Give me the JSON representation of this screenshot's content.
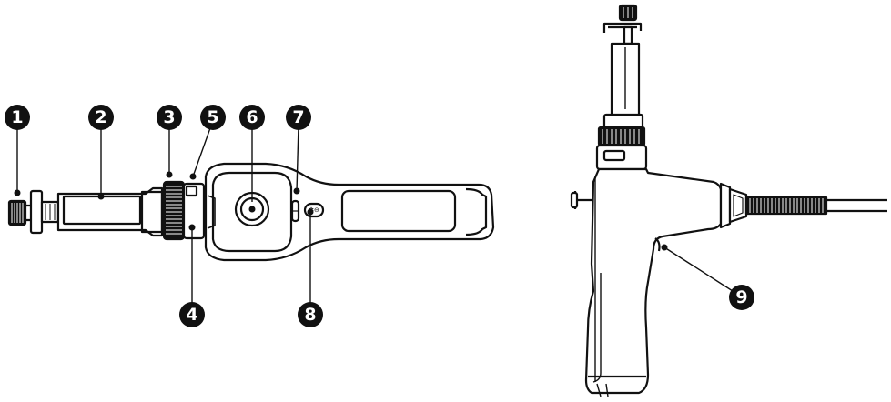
{
  "colors": {
    "outline": "#111111",
    "fill": "#ffffff",
    "callout": "#111111",
    "callout_text": "#ffffff"
  },
  "top_view": {
    "callouts": [
      {
        "id": "1",
        "label": "1"
      },
      {
        "id": "2",
        "label": "2"
      },
      {
        "id": "3",
        "label": "3"
      },
      {
        "id": "4",
        "label": "4"
      },
      {
        "id": "5",
        "label": "5"
      },
      {
        "id": "6",
        "label": "6"
      },
      {
        "id": "7",
        "label": "7"
      },
      {
        "id": "8",
        "label": "8"
      }
    ],
    "button_8_glyphs": "✱⊖"
  },
  "side_view": {
    "callouts": [
      {
        "id": "9",
        "label": "9"
      }
    ]
  }
}
